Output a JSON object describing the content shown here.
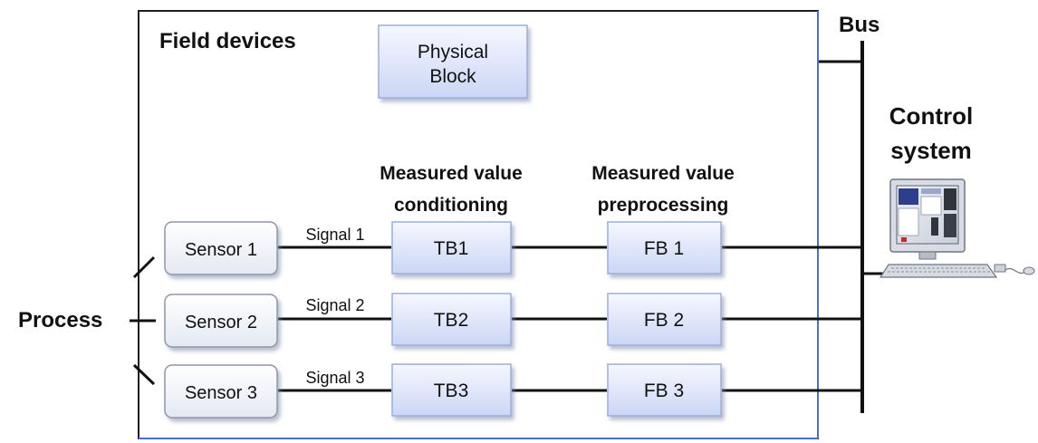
{
  "field_devices_label": "Field devices",
  "physical_block": {
    "line1": "Physical",
    "line2": "Block"
  },
  "bus_label": "Bus",
  "control_system": {
    "line1": "Control",
    "line2": "system"
  },
  "process_label": "Process",
  "conditioning_heading": {
    "line1": "Measured value",
    "line2": "conditioning"
  },
  "preprocessing_heading": {
    "line1": "Measured value",
    "line2": "preprocessing"
  },
  "rows": [
    {
      "sensor": "Sensor 1",
      "signal": "Signal 1",
      "tb": "TB1",
      "fb": "FB 1"
    },
    {
      "sensor": "Sensor 2",
      "signal": "Signal 2",
      "tb": "TB2",
      "fb": "FB 2"
    },
    {
      "sensor": "Sensor 3",
      "signal": "Signal 3",
      "tb": "TB3",
      "fb": "FB 3"
    }
  ],
  "colors": {
    "block_fill_light": "#f4f7ff",
    "block_fill_dark": "#cdd8f6",
    "block_border": "#9aaee0",
    "sensor_fill_light": "#ffffff",
    "sensor_fill_dark": "#e7ebf5",
    "frame_accent": "#4a6fd0",
    "line": "#111111"
  }
}
